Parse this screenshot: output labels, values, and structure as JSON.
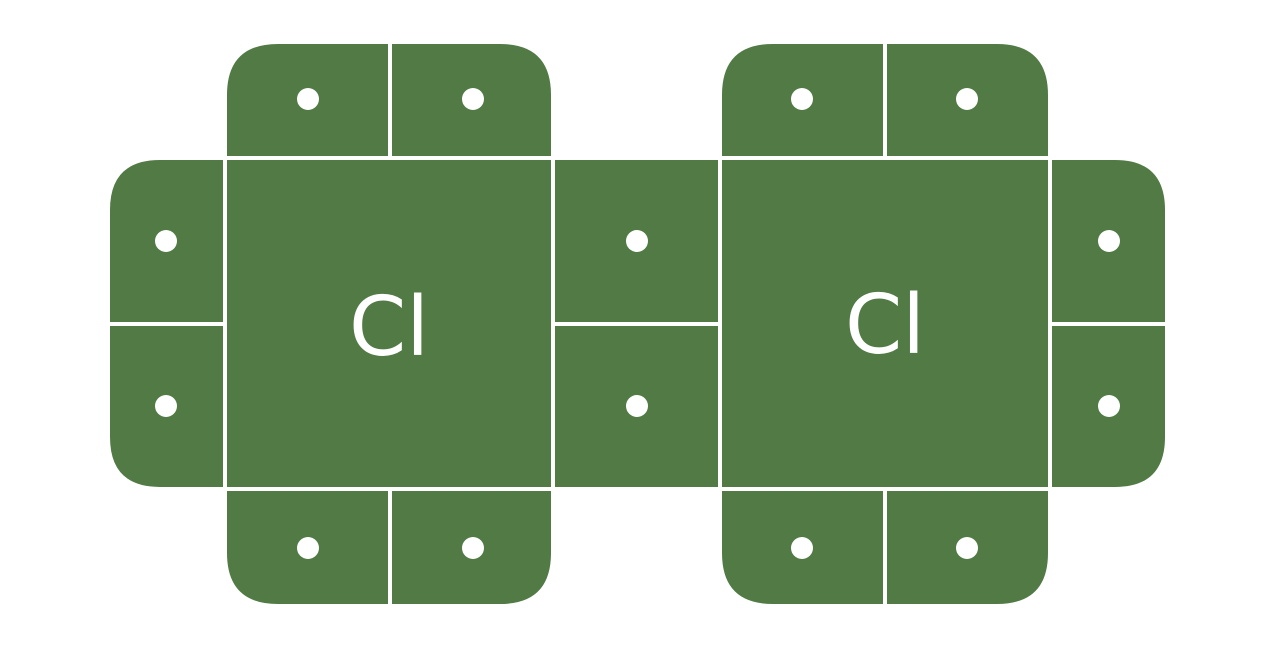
{
  "diagram": {
    "type": "lewis-dot-structure",
    "molecule_colors": {
      "fill": "#517a45",
      "separator": "#ffffff",
      "electron": "#ffffff",
      "symbol": "#ffffff"
    },
    "atoms": [
      {
        "symbol": "Cl",
        "electrons": [
          {
            "position": "top-left"
          },
          {
            "position": "top-right"
          },
          {
            "position": "left-top"
          },
          {
            "position": "left-bottom"
          },
          {
            "position": "bottom-left"
          },
          {
            "position": "bottom-right"
          }
        ]
      },
      {
        "symbol": "Cl",
        "electrons": [
          {
            "position": "top-left"
          },
          {
            "position": "top-right"
          },
          {
            "position": "right-top"
          },
          {
            "position": "right-bottom"
          },
          {
            "position": "bottom-left"
          },
          {
            "position": "bottom-right"
          }
        ]
      }
    ],
    "shared_pair": [
      {
        "position": "upper"
      },
      {
        "position": "lower"
      }
    ]
  }
}
